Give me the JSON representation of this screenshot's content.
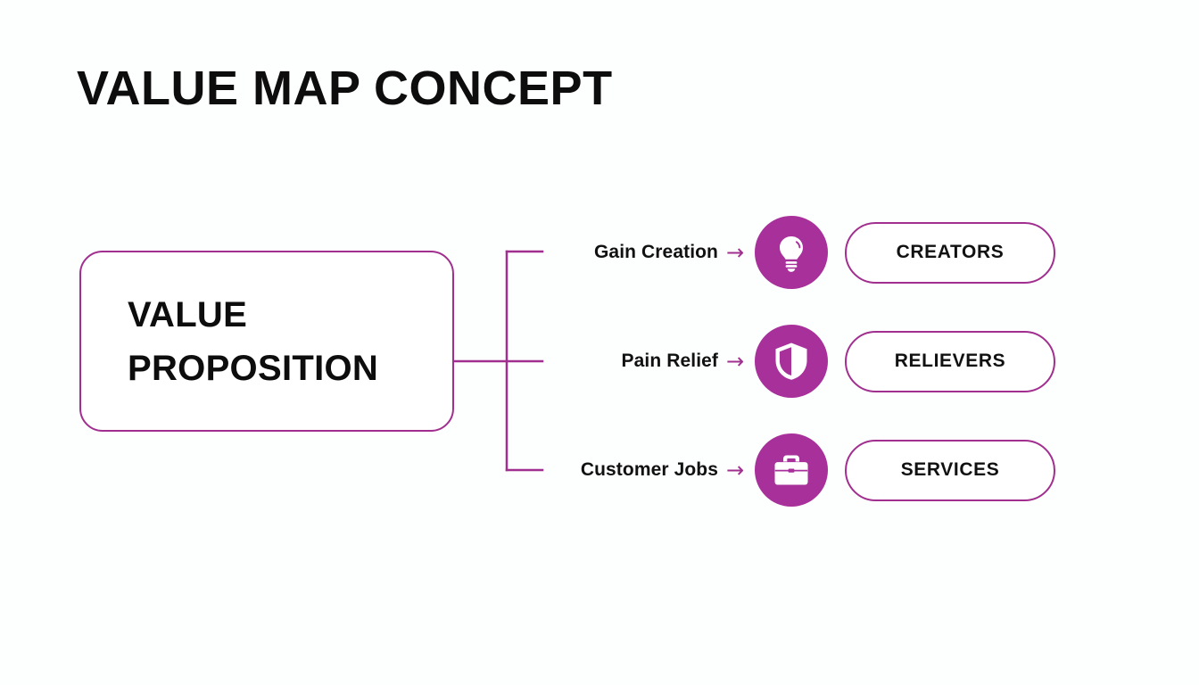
{
  "title": "VALUE MAP CONCEPT",
  "theme": {
    "accent": "#a12f8f",
    "icon_circle_fill": "#a7309a",
    "text": "#111111",
    "background": "#fdfefe",
    "card_fill": "#ffffff"
  },
  "value_proposition": {
    "line1": "VALUE",
    "line2": "PROPOSITION"
  },
  "arrow_glyph": "→",
  "rows": [
    {
      "label": "Gain Creation",
      "icon": "lightbulb-icon",
      "pill_label": "CREATORS"
    },
    {
      "label": "Pain Relief",
      "icon": "shield-icon",
      "pill_label": "RELIEVERS"
    },
    {
      "label": "Customer Jobs",
      "icon": "briefcase-icon",
      "pill_label": "SERVICES"
    }
  ]
}
